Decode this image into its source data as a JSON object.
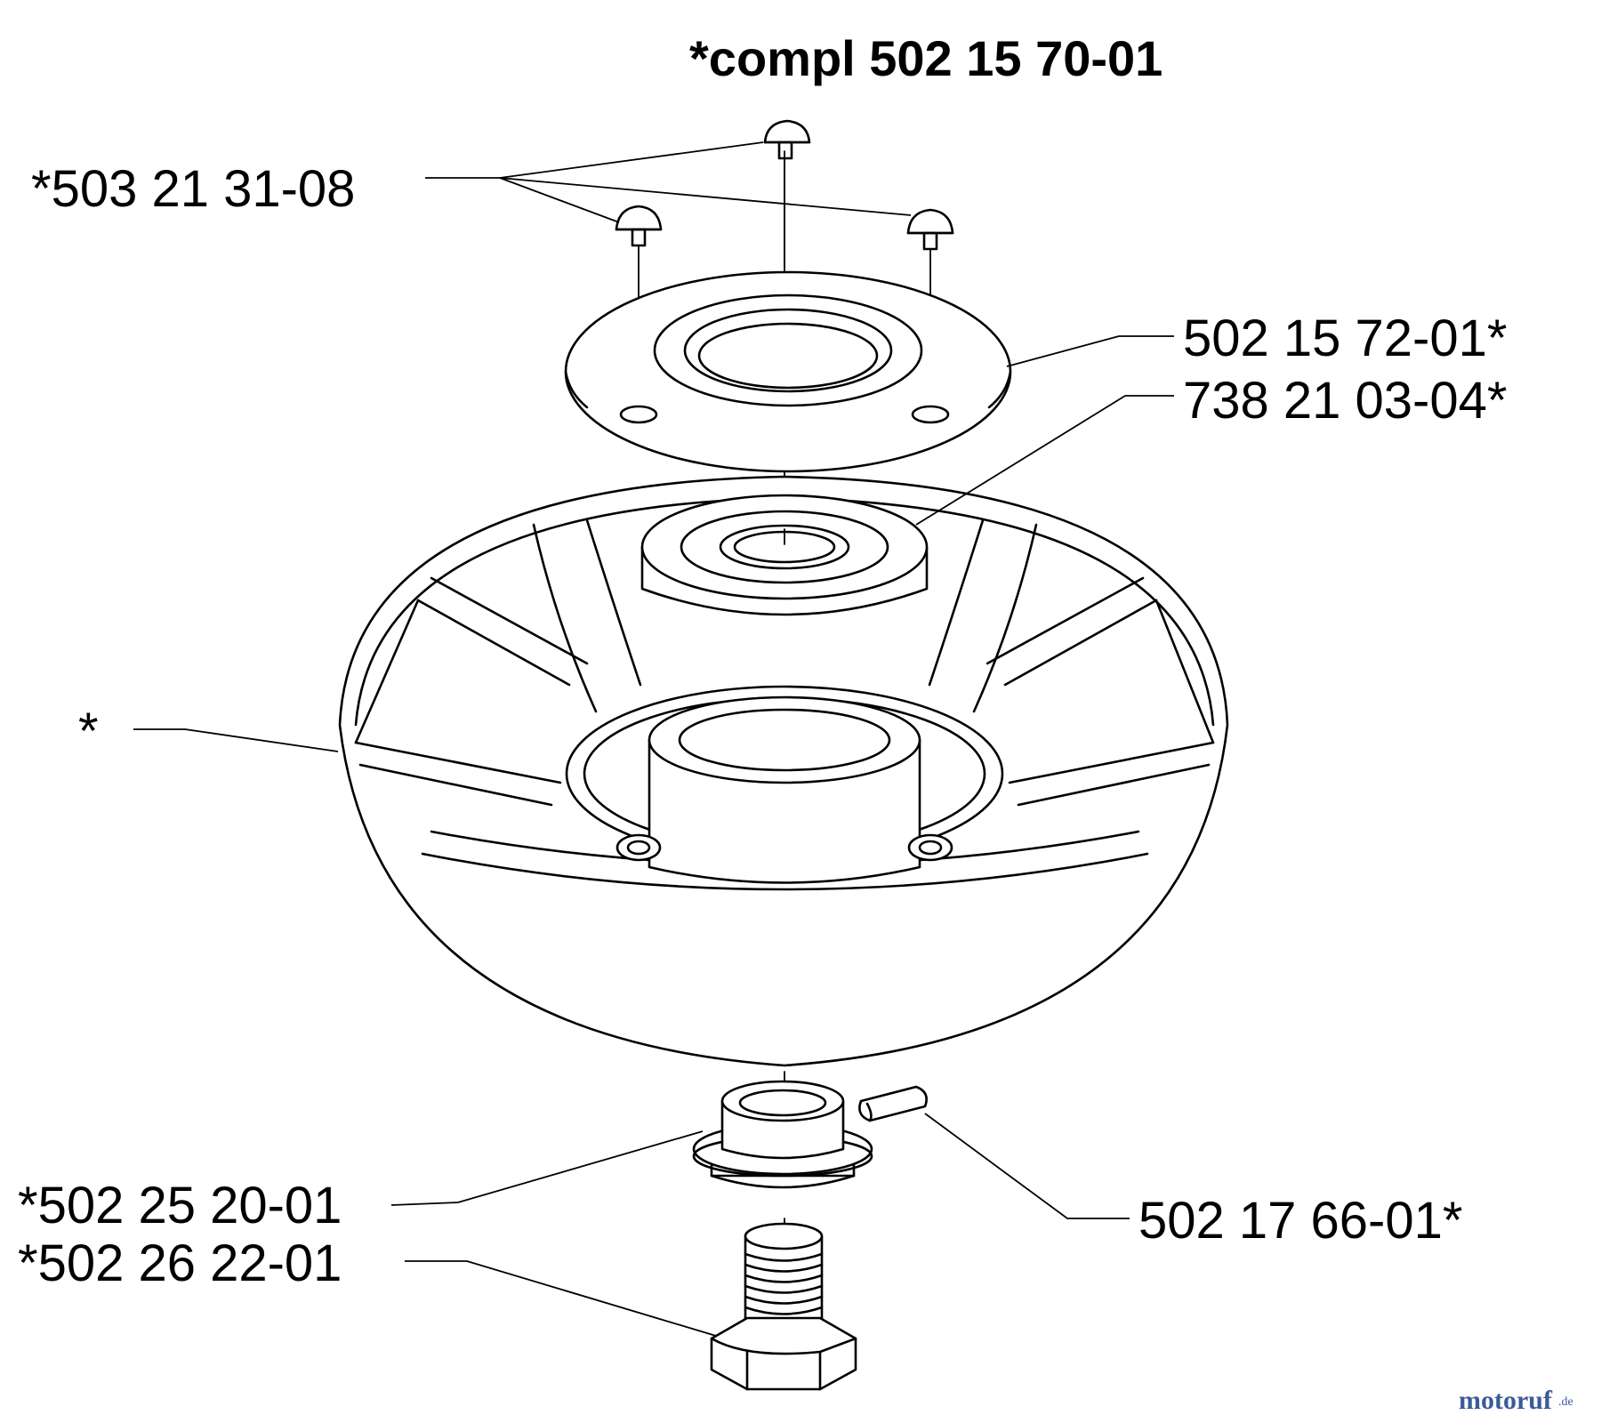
{
  "title": "*compl 502 15 70-01",
  "labels": {
    "screws": "*503 21 31-08",
    "flange": "502 15 72-01*",
    "bearing": "738 21 03-04*",
    "housing": "*",
    "nut": "*502 25 20-01",
    "bolt": "*502 26 22-01",
    "key": "502 17 66-01*"
  },
  "watermark": {
    "main": "motoruf",
    "suffix": ".de"
  }
}
